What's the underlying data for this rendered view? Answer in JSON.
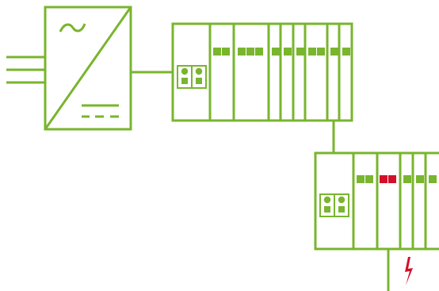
{
  "colors": {
    "line": "#79b52e",
    "status_ok": "#79b52e",
    "status_fault": "#d3102a",
    "background": "#ffffff"
  },
  "power_supply": {
    "input_lines": 3,
    "ac_symbol_icon": "tilde-icon",
    "dc_symbol_icon": "dc-symbol-icon"
  },
  "device_1": {
    "connector_terminals": 2,
    "status_leds": [
      "ok",
      "ok",
      "ok",
      "ok",
      "ok",
      "ok",
      "ok",
      "ok",
      "ok",
      "ok",
      "ok",
      "ok"
    ]
  },
  "device_2": {
    "connector_terminals": 2,
    "status_leds": [
      "ok",
      "ok",
      "fault",
      "fault",
      "ok",
      "ok",
      "ok"
    ]
  },
  "fault": {
    "icon": "lightning-bolt-icon"
  }
}
